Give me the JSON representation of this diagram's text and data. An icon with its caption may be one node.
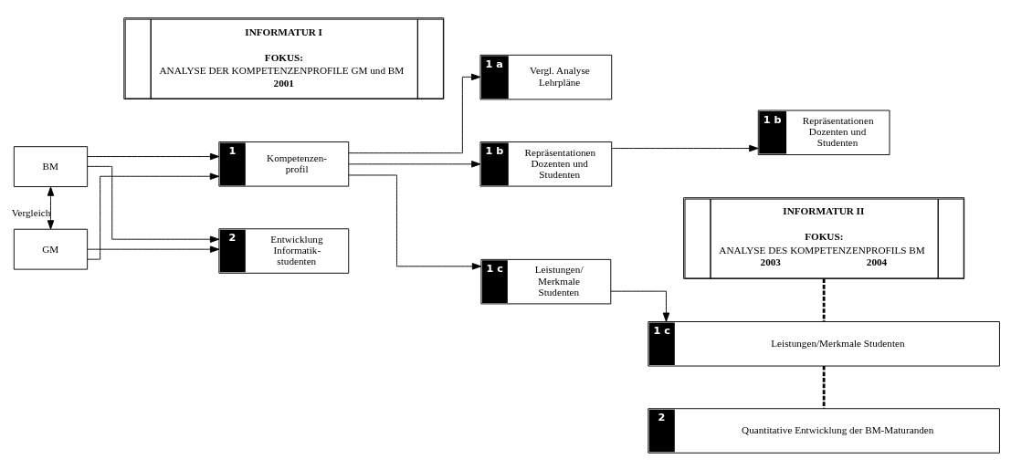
{
  "diagram": {
    "nodes": [
      {
        "text": [
          "INFORMATUR I",
          "FOKUS:",
          "ANALYSE DER KOMPETENZENPROFILE GM und BM",
          "2001"
        ]
      },
      {
        "text": [
          "INFORMATUR II",
          "FOKUS:",
          "ANALYSE DES KOMPETENZENPROFILS BM",
          "2003",
          "2004"
        ]
      },
      {
        "text": [
          "BM"
        ]
      },
      {
        "text": [
          "GM"
        ]
      },
      {
        "text": [
          "1",
          "Kompetenzen- profil"
        ]
      },
      {
        "text": [
          "2",
          "Entwicklung Informatik- studenten"
        ]
      },
      {
        "text": [
          "1 a",
          "Vergl. Analyse Lehrpläne"
        ]
      },
      {
        "text": [
          "1 b",
          "Repräsentationen Dozenten und Studenten"
        ]
      },
      {
        "text": [
          "1 c",
          "Leistungen/ Merkmale Studenten"
        ]
      },
      {
        "text": [
          "1 b",
          "Repräsentationen Dozenten und Studenten"
        ]
      },
      {
        "text": [
          "1 c",
          "Leistungen/Merkmale Studenten"
        ]
      },
      {
        "text": [
          "2",
          "Quantitative Entwicklung der BM-Maturanden"
        ]
      }
    ],
    "edges": [
      {
        "from": 2,
        "to": 3,
        "arrow": "both",
        "label": "Vergleich"
      },
      {
        "from": 2,
        "to": 4,
        "arrow": "to"
      },
      {
        "from": 2,
        "to": 5,
        "arrow": "to"
      },
      {
        "from": 3,
        "to": 4,
        "arrow": "to"
      },
      {
        "from": 3,
        "to": 5,
        "arrow": "to"
      },
      {
        "from": 4,
        "to": 6,
        "arrow": "to"
      },
      {
        "from": 4,
        "to": 7,
        "arrow": "to"
      },
      {
        "from": 4,
        "to": 8,
        "arrow": "to"
      },
      {
        "from": 7,
        "to": 9,
        "arrow": "to"
      },
      {
        "from": 8,
        "to": 10,
        "arrow": "to"
      },
      {
        "from": 1,
        "to": 10,
        "arrow": "none",
        "style": "dashed"
      },
      {
        "from": 10,
        "to": 11,
        "arrow": "none",
        "style": "dashed"
      }
    ]
  }
}
